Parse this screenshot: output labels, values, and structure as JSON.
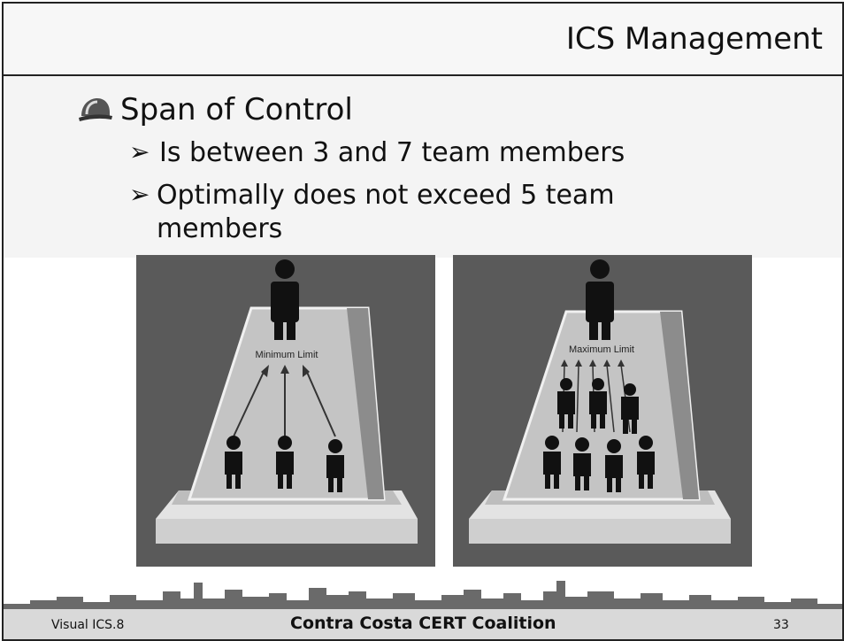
{
  "slide": {
    "title": "ICS Management",
    "bullet": "Span of Control",
    "subbullets": [
      "Is between 3 and 7 team members",
      "Optimally does not exceed 5 team members"
    ]
  },
  "images": {
    "left_label": "Minimum Limit",
    "right_label": "Maximum Limit"
  },
  "footer": {
    "left": "Visual ICS.8",
    "center": "Contra Costa CERT Coalition",
    "page": "33"
  },
  "icons": {
    "bullet": "hard-hat-icon",
    "subbullet": "arrow-bullet-icon"
  }
}
